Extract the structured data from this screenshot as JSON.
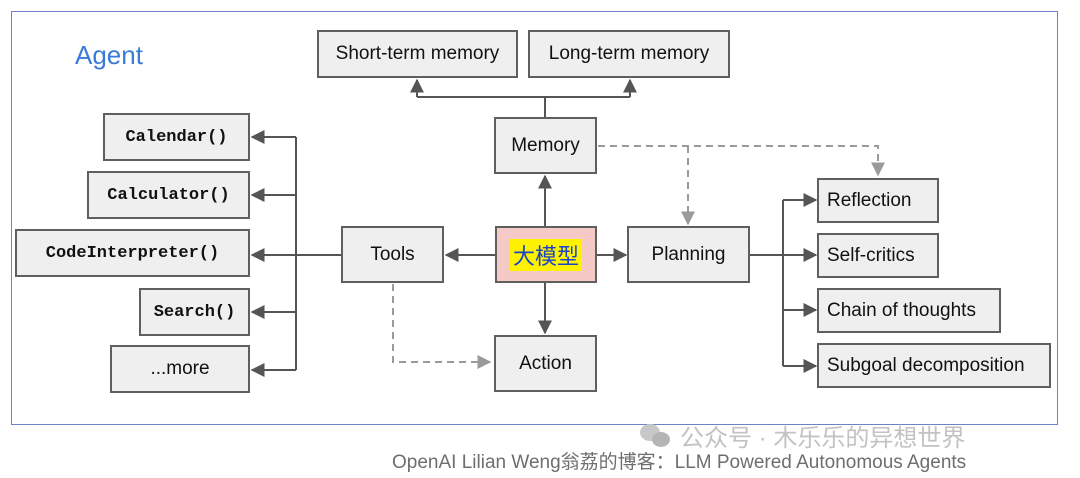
{
  "title": "Agent",
  "core": "大模型",
  "memory": {
    "label": "Memory",
    "short_term": "Short-term memory",
    "long_term": "Long-term memory"
  },
  "tools": {
    "label": "Tools",
    "items": [
      "Calendar()",
      "Calculator()",
      "CodeInterpreter()",
      "Search()",
      "...more"
    ]
  },
  "planning": {
    "label": "Planning",
    "items": [
      "Reflection",
      "Self-critics",
      "Chain of thoughts",
      "Subgoal decomposition"
    ]
  },
  "action": "Action",
  "watermark": "公众号 · 木乐乐的异想世界",
  "credit": "OpenAI Lilian Weng翁荔的博客：LLM Powered Autonomous Agents"
}
